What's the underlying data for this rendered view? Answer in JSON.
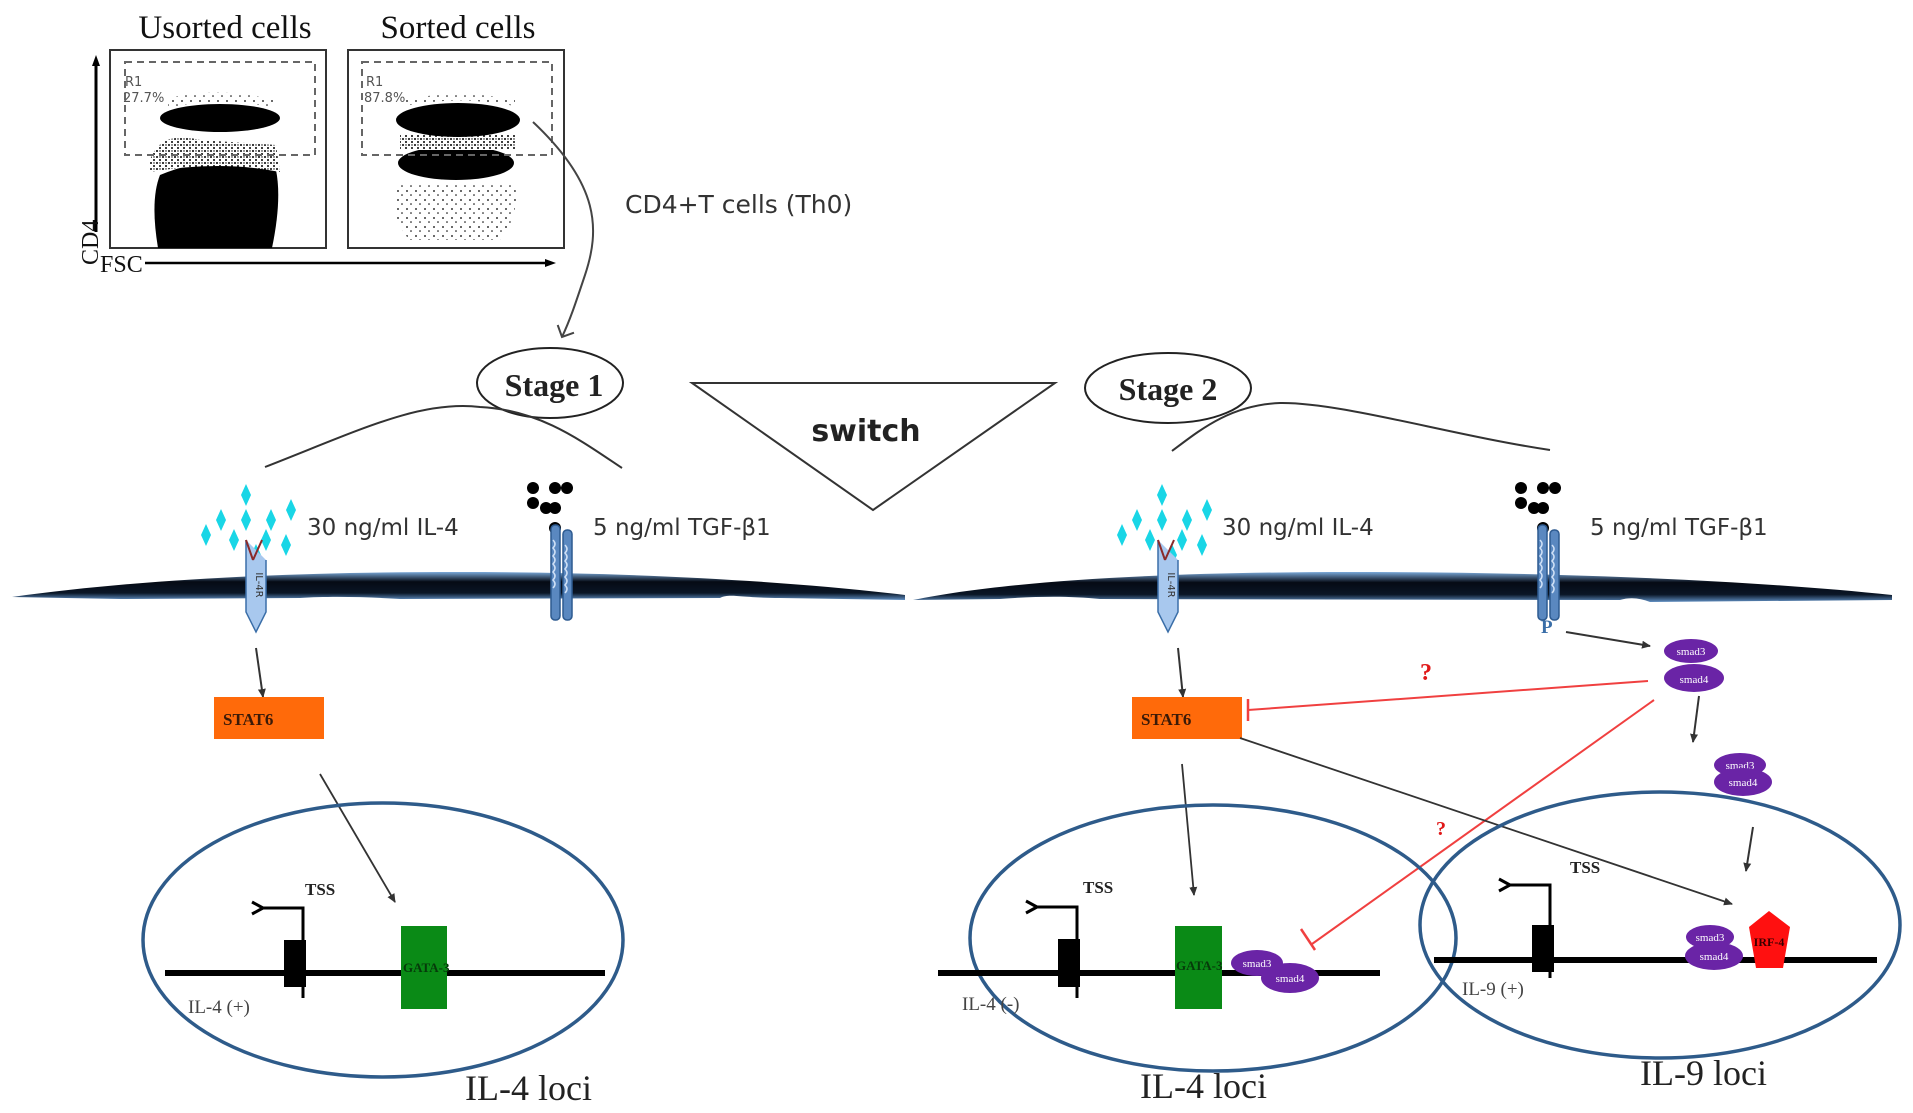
{
  "flow_panels": {
    "unsorted": {
      "title": "Usorted cells",
      "gate_label": "R1",
      "gate_percent": "27.7%"
    },
    "sorted": {
      "title": "Sorted cells",
      "gate_label": "R1",
      "gate_percent": "87.8%"
    },
    "y_axis_label": "CD4",
    "x_axis_label": "FSC"
  },
  "annotations": {
    "cd4_label": "CD4+T cells (Th0)",
    "switch_label": "switch"
  },
  "stage1": {
    "title": "Stage 1",
    "il4_dose": "30 ng/ml IL-4",
    "tgf_dose": "5 ng/ml TGF-β1",
    "il4r_label": "IL-4R",
    "stat6_label": "STAT6",
    "nucleus": {
      "tss_label": "TSS",
      "gene_label": "IL-4 (+)",
      "tf_label": "GATA-3",
      "loci_label": "IL-4 loci"
    }
  },
  "stage2": {
    "title": "Stage 2",
    "il4_dose": "30 ng/ml IL-4",
    "tgf_dose": "5 ng/ml TGF-β1",
    "il4r_label": "IL-4R",
    "phospho_label": "P",
    "stat6_label": "STAT6",
    "question_mark": "?",
    "smad3_label": "smad3",
    "smad4_label": "smad4",
    "il4_nucleus": {
      "tss_label": "TSS",
      "gene_label": "IL-4 (-)",
      "tf_label": "GATA-3",
      "smad3_label": "smad3",
      "smad4_label": "smad4",
      "loci_label": "IL-4 loci"
    },
    "il9_nucleus": {
      "tss_label": "TSS",
      "gene_label": "IL-9 (+)",
      "smad3_label": "smad3",
      "smad4_label": "smad4",
      "tf_label": "IRF-4",
      "loci_label": "IL-9 loci"
    }
  },
  "colors": {
    "ligand_il4": "#19d6e6",
    "stat6": "#ff6a0a",
    "gata3": "#0a8a16",
    "smad": "#6a24a6",
    "irf4": "#ff1010",
    "inhibition": "#f04040",
    "nucleus_border": "#2e5b8a",
    "receptor": "#3a6ea8"
  }
}
